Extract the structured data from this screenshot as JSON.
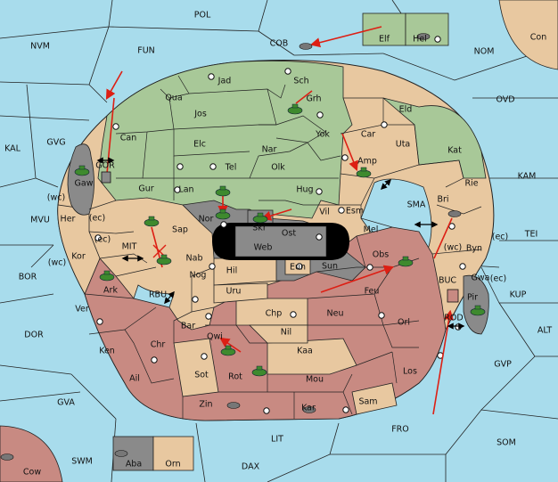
{
  "colors": {
    "sea": "#a8dcec",
    "green_power": "#a8c898",
    "tan_neutral": "#e8c8a0",
    "red_power": "#c88a82",
    "gray_power": "#8a8a8a",
    "order_arrow": "#dd1f14",
    "unit_green": "#3e8a2e",
    "unit_gray": "#555555"
  },
  "seas": {
    "pol": "POL",
    "cob": "COB",
    "nvm": "NVM",
    "fun": "FUN",
    "nom": "NOM",
    "con": "Con",
    "ovd": "OVD",
    "kal": "KAL",
    "gvg": "GVG",
    "kam": "KAM",
    "sma": "SMA",
    "tei": "TEI",
    "mvu": "MVU",
    "mit": "MIT",
    "bor": "BOR",
    "rbu": "RBU",
    "buc": "BUC",
    "kup": "KUP",
    "dor": "DOR",
    "rod": "ROD",
    "alt": "ALT",
    "gvp": "GVP",
    "gva": "GVA",
    "fro": "FRO",
    "som": "SOM",
    "lit": "LIT",
    "swm": "SWM",
    "dax": "DAX"
  },
  "provinces": {
    "elf": "Elf",
    "hel": "Hel",
    "jad": "Jad",
    "sch": "Sch",
    "qua": "Qua",
    "grh": "Grh",
    "jos": "Jos",
    "eld": "Eld",
    "can": "Can",
    "yok": "Yok",
    "car": "Car",
    "uta": "Uta",
    "elc": "Elc",
    "nar": "Nar",
    "kat": "Kat",
    "amp": "Amp",
    "gor": "GOR",
    "tel": "Tel",
    "olk": "Olk",
    "gaw": "Gaw",
    "gur": "Gur",
    "lan": "Lan",
    "hug": "Hug",
    "rie": "Rie",
    "bri": "Bri",
    "nor": "Nor",
    "skr": "Skr",
    "vil": "Vil",
    "esm": "Esm",
    "her": "Her",
    "sap": "Sap",
    "ost": "Ost",
    "mel": "Mel",
    "web": "Web",
    "byn": "Byn",
    "kor": "Kor",
    "nab": "Nab",
    "obs": "Obs",
    "hil": "Hil",
    "eun": "Eun",
    "sun": "Sun",
    "gwa": "Gwa",
    "nog": "Nog",
    "ark": "Ark",
    "uru": "Uru",
    "feu": "Feu",
    "pir": "Pir",
    "ver": "Ver",
    "chp": "Chp",
    "neu": "Neu",
    "bar": "Bar",
    "qwi": "Qwi",
    "orl": "Orl",
    "nil": "Nil",
    "ken": "Ken",
    "chr": "Chr",
    "kaa": "Kaa",
    "rot": "Rot",
    "ail": "Ail",
    "sot": "Sot",
    "los": "Los",
    "mou": "Mou",
    "zin": "Zin",
    "kar": "Kar",
    "sam": "Sam",
    "aba": "Aba",
    "orn": "Orn",
    "cow": "Cow"
  },
  "coast_markers": {
    "wc1": "(wc)",
    "ec1": "(ec)",
    "ec2": "(ec)",
    "wc2": "(wc)",
    "wc3": "(wc)",
    "ec3": "(ec)",
    "ec4": "(ec)"
  }
}
